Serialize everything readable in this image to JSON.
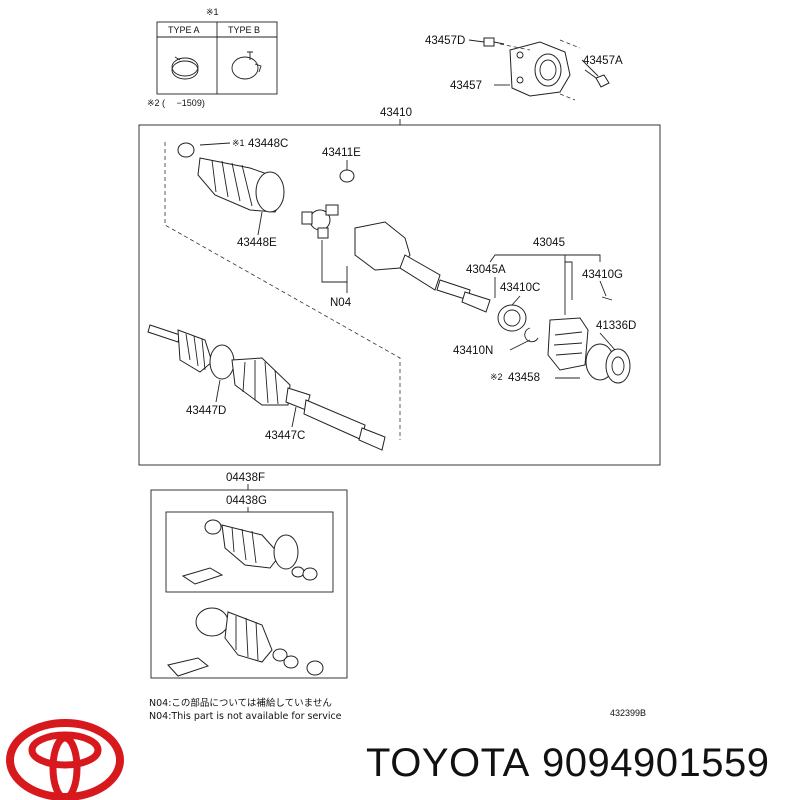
{
  "header_mark": "※1",
  "type_a": "TYPE A",
  "type_b": "TYPE B",
  "note2": "※2 (　  −1509)",
  "labels": {
    "p43457D": "43457D",
    "p43457A": "43457A",
    "p43457": "43457",
    "p43410": "43410",
    "p43448C_mark": "※1",
    "p43448C": "43448C",
    "p43411E": "43411E",
    "p43448E": "43448E",
    "p43045": "43045",
    "p43045A": "43045A",
    "p43410G": "43410G",
    "p43410C": "43410C",
    "pN04": "N04",
    "p41336D": "41336D",
    "p43410N": "43410N",
    "p43458_mark": "※2",
    "p43458": "43458",
    "p43447D": "43447D",
    "p43447C": "43447C",
    "p04438F": "04438F",
    "p04438G": "04438G"
  },
  "footnote_jp": "N04:この部品については補給していません",
  "footnote_en": "N04:This part is not available for service",
  "diagram_code": "432399B",
  "brand": "TOYOTA",
  "part_number": "9094901559",
  "colors": {
    "logo": "#d7191e",
    "ink": "#111111"
  }
}
